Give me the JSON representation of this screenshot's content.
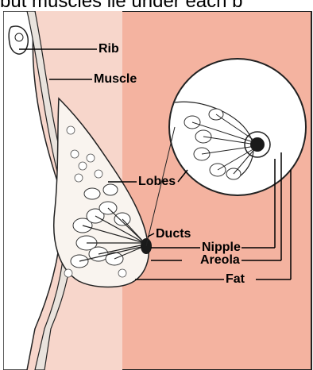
{
  "caption_fragment": "but muscles lie under each b",
  "labels": {
    "rib": "Rib",
    "muscle": "Muscle",
    "lobes": "Lobes",
    "ducts": "Ducts",
    "nipple": "Nipple",
    "areola": "Areola",
    "fat": "Fat"
  },
  "colors": {
    "background_pink": "#f2a896",
    "chest_wall": "#f7f1ec",
    "outline": "#1a1a1a"
  }
}
